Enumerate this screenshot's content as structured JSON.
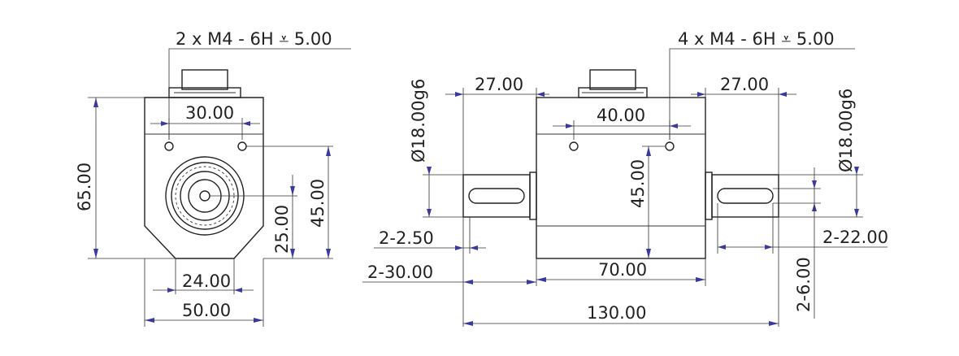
{
  "labels": {
    "front_thread": "2 x  M4 - 6H ⩡ 5.00",
    "side_thread": "4 x  M4 - 6H ⩡ 5.00",
    "front_hole_spacing": "30.00",
    "front_height": "65.00",
    "front_hole_height": "45.00",
    "front_shaft_height": "25.00",
    "front_bottom_width": "24.00",
    "front_width": "50.00",
    "left_shaft_dia": "Ø18.00g6",
    "right_shaft_dia": "Ø18.00g6",
    "left_shaft_len": "27.00",
    "right_shaft_len": "27.00",
    "side_hole_spacing": "40.00",
    "side_hole_height": "45.00",
    "shoulder": "2-2.50",
    "shaft_total": "2-30.00",
    "body_len": "70.00",
    "total_len": "130.00",
    "keyway_len": "2-22.00",
    "keyway_width": "2-6.00"
  },
  "colors": {
    "line": "#222222",
    "arrow": "#3a3a9a"
  }
}
